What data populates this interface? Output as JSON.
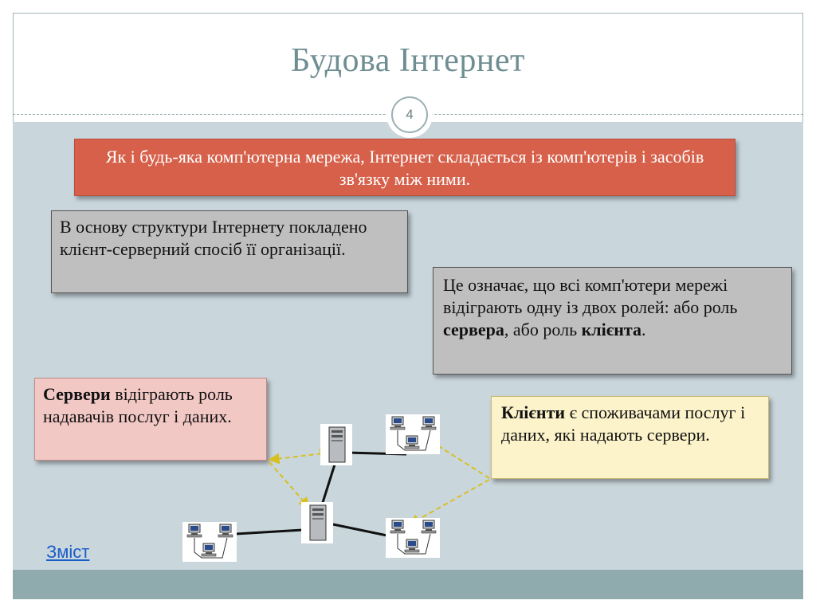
{
  "slide": {
    "title": "Будова Інтернет",
    "number": "4"
  },
  "intro": {
    "text": "Як і будь-яка комп'ютерна мережа, Інтернет складається із комп'ютерів і засобів зв'язку між ними."
  },
  "basis": {
    "text": "В основу структури Інтернету покладено клієнт-серверний спосіб її організації."
  },
  "meaning": {
    "part1": "Це означає, що всі комп'ютери мережі відіграють одну із двох ролей: або роль ",
    "server_word": "сервера",
    "part2": ", або роль ",
    "client_word": "клієнта",
    "part3": "."
  },
  "servers_box": {
    "bold": "Сервери",
    "rest": " відіграють роль надавачів послуг і даних."
  },
  "clients_box": {
    "bold": "Клієнти",
    "rest": " є споживачами послуг і даних, які надають сервери."
  },
  "nav": {
    "contents_link": "Зміст"
  },
  "colors": {
    "title": "#6f8e92",
    "intro_bg": "#d6604a",
    "body_bg": "#c9d6dc",
    "footer_bg": "#8fabad",
    "link": "#1a5cc8"
  },
  "icons": {
    "server": "server-tower-icon",
    "client_group": "client-computers-icon"
  }
}
